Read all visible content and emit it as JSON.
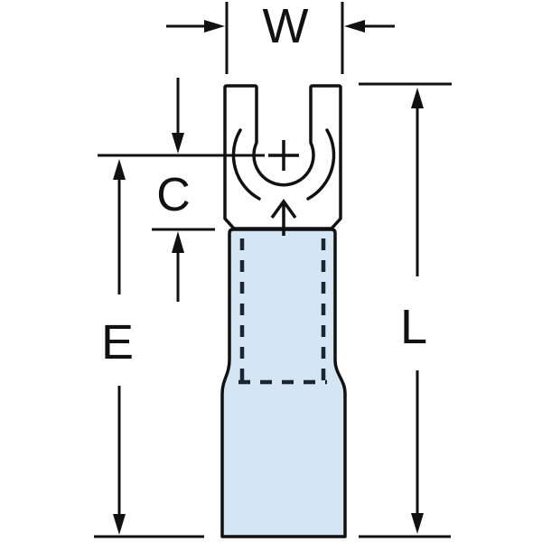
{
  "diagram": {
    "type": "technical-drawing",
    "subject": "fork-terminal-with-insulated-sleeve-dimension-diagram",
    "labels": {
      "w": "W",
      "c": "C",
      "e": "E",
      "l": "L"
    },
    "center_mark": "+",
    "colors": {
      "line": "#111111",
      "insulation_fill": "#d4e5f4",
      "dashed_line": "#1a2530",
      "background": "#ffffff"
    }
  }
}
